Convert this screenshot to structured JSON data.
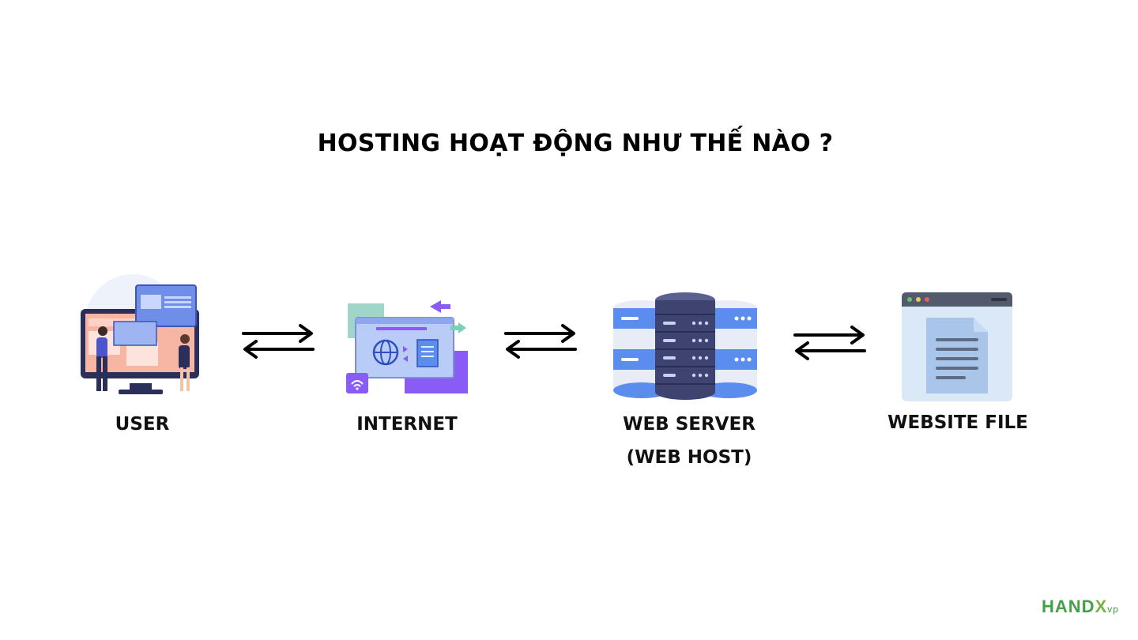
{
  "title": "HOSTING HOẠT ĐỘNG NHƯ THẾ NÀO ?",
  "nodes": [
    {
      "label": "USER",
      "icon": "user-monitor-icon"
    },
    {
      "label": "INTERNET",
      "icon": "internet-browser-icon"
    },
    {
      "label_line1": "WEB SERVER",
      "label_line2": "(WEB HOST)",
      "icon": "server-stack-icon"
    },
    {
      "label": "WEBSITE FILE",
      "icon": "website-file-icon"
    }
  ],
  "connectors": [
    "bidirectional-arrow",
    "bidirectional-arrow",
    "bidirectional-arrow"
  ],
  "logo": {
    "text_main": "HAND",
    "text_x": "X",
    "text_suffix": "vp"
  },
  "colors": {
    "accent_purple": "#8a5cf6",
    "accent_blue": "#5b8def",
    "server_dark": "#3e4370",
    "logo_green": "#43a047"
  }
}
